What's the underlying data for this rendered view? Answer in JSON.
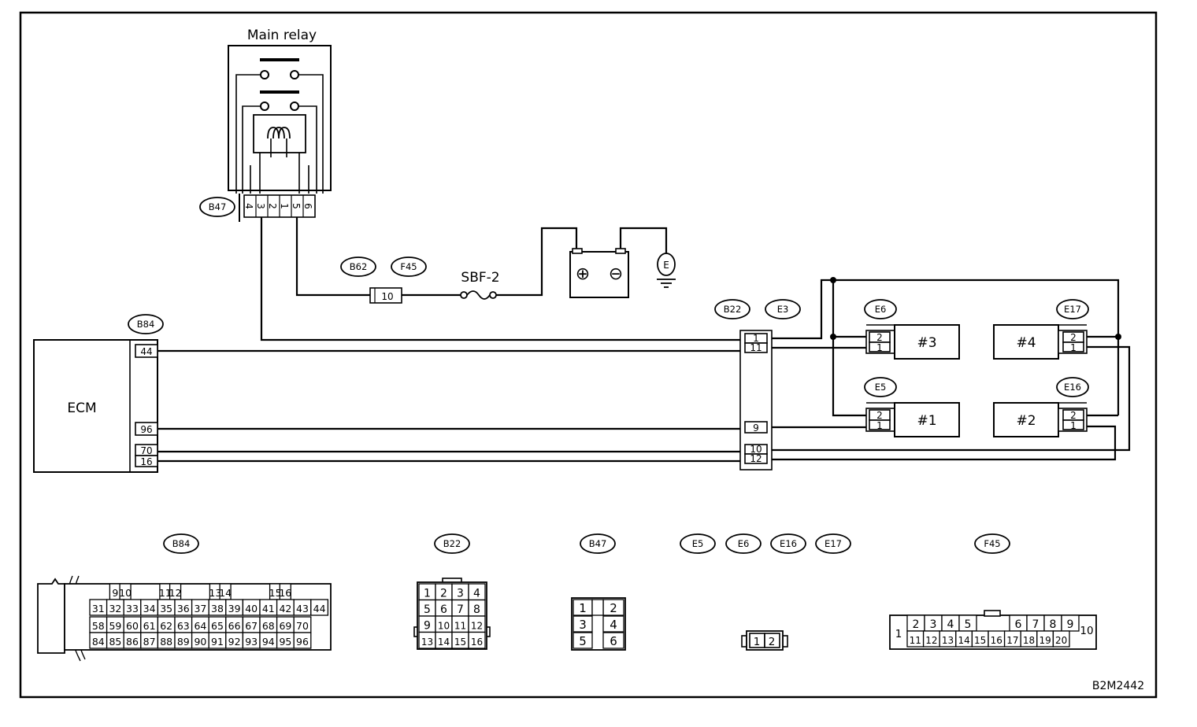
{
  "drawing_id": "B2M2442",
  "main_relay": {
    "title": "Main relay",
    "connector": "B47",
    "pins": [
      "4",
      "3",
      "2",
      "1",
      "5",
      "6"
    ]
  },
  "battery": {
    "positive_symbol": "⊕",
    "negative_symbol": "⊖",
    "ground_label": "E"
  },
  "fuse": {
    "label": "SBF-2"
  },
  "fuse_connector": {
    "labels": [
      "B62",
      "F45"
    ],
    "pin": "10"
  },
  "ecm": {
    "label": "ECM",
    "connector": "B84",
    "pins": [
      "44",
      "96",
      "70",
      "16"
    ]
  },
  "mid_connector": {
    "labels": [
      "B22",
      "E3"
    ],
    "pins": [
      "1",
      "11",
      "9",
      "10",
      "12"
    ]
  },
  "injectors": [
    {
      "name": "#3",
      "connector": "E6",
      "pins": [
        "2",
        "1"
      ]
    },
    {
      "name": "#4",
      "connector": "E17",
      "pins": [
        "2",
        "1"
      ]
    },
    {
      "name": "#1",
      "connector": "E5",
      "pins": [
        "2",
        "1"
      ]
    },
    {
      "name": "#2",
      "connector": "E16",
      "pins": [
        "2",
        "1"
      ]
    }
  ],
  "connector_faces": {
    "b84": {
      "label": "B84",
      "row1": [
        "9",
        "10",
        "11",
        "12",
        "13",
        "14",
        "15",
        "16"
      ],
      "row2": [
        "31",
        "32",
        "33",
        "34",
        "35",
        "36",
        "37",
        "38",
        "39",
        "40",
        "41",
        "42",
        "43",
        "44"
      ],
      "row3": [
        "58",
        "59",
        "60",
        "61",
        "62",
        "63",
        "64",
        "65",
        "66",
        "67",
        "68",
        "69",
        "70"
      ],
      "row4": [
        "84",
        "85",
        "86",
        "87",
        "88",
        "89",
        "90",
        "91",
        "92",
        "93",
        "94",
        "95",
        "96"
      ]
    },
    "b22": {
      "label": "B22",
      "rows": [
        [
          "1",
          "2",
          "3",
          "4"
        ],
        [
          "5",
          "6",
          "7",
          "8"
        ],
        [
          "9",
          "10",
          "11",
          "12"
        ],
        [
          "13",
          "14",
          "15",
          "16"
        ]
      ]
    },
    "b47": {
      "label": "B47",
      "rows": [
        [
          "1",
          "2"
        ],
        [
          "3",
          "4"
        ],
        [
          "5",
          "6"
        ]
      ]
    },
    "injector_connectors": {
      "labels": [
        "E5",
        "E6",
        "E16",
        "E17"
      ],
      "pins": [
        "1",
        "2"
      ]
    },
    "f45": {
      "label": "F45",
      "pin_left": "1",
      "top_left": [
        "2",
        "3",
        "4",
        "5"
      ],
      "top_right": [
        "6",
        "7",
        "8",
        "9"
      ],
      "pin_right": "10",
      "bottom": [
        "11",
        "12",
        "13",
        "14",
        "15",
        "16",
        "17",
        "18",
        "19",
        "20"
      ]
    }
  }
}
